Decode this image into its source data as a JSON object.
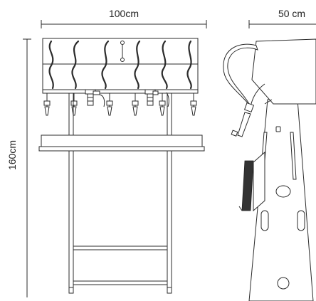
{
  "dimensions": {
    "width_label": "100cm",
    "depth_label": "50 cm",
    "height_label": "160cm"
  },
  "icons": {
    "front": "filling-machine-front-view-icon",
    "side": "filling-machine-side-view-icon"
  }
}
